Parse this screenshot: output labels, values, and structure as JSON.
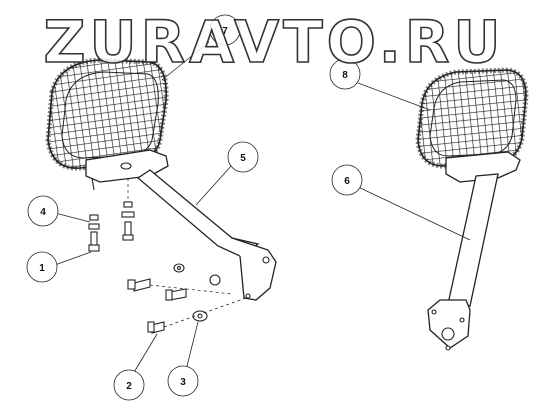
{
  "watermark": {
    "text": "ZURAVTO.RU"
  },
  "callouts": [
    {
      "id": "1",
      "label": "1"
    },
    {
      "id": "2",
      "label": "2"
    },
    {
      "id": "3",
      "label": "3"
    },
    {
      "id": "4",
      "label": "4"
    },
    {
      "id": "5",
      "label": "5"
    },
    {
      "id": "6",
      "label": "6"
    },
    {
      "id": "7",
      "label": "7"
    },
    {
      "id": "8",
      "label": "8"
    }
  ],
  "colors": {
    "line": "#222222",
    "watermark_fill": "#ffffff",
    "watermark_stroke": "#333333"
  }
}
